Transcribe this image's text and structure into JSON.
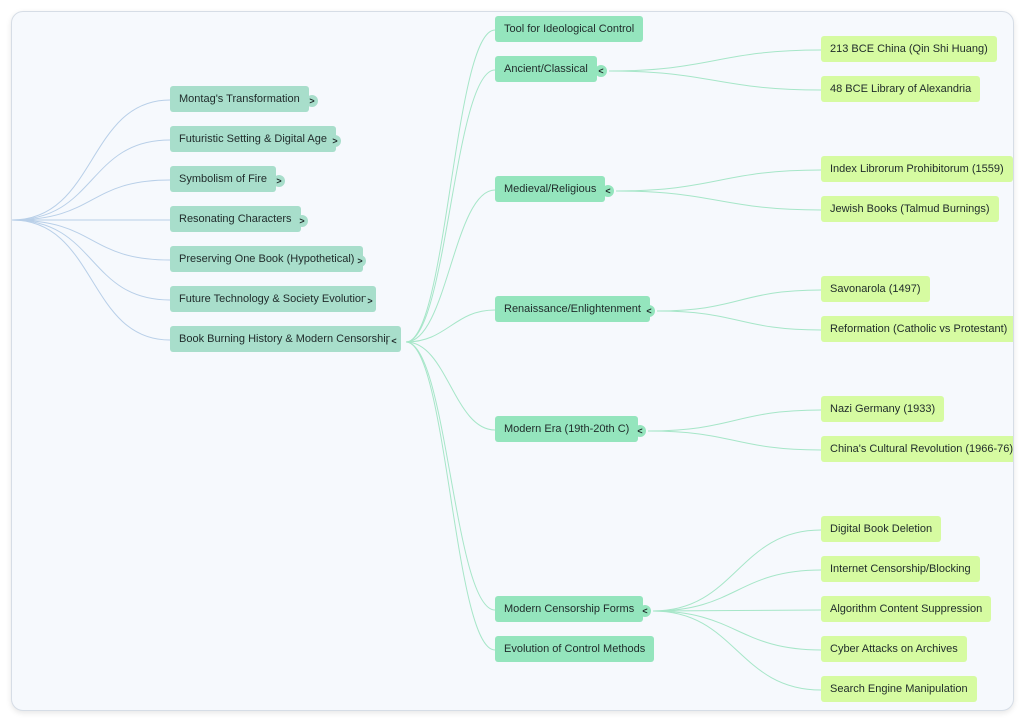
{
  "mindmap": {
    "colors": {
      "canvas_bg": "#f6f9fd",
      "level1_node": "#a8decb",
      "level2_node": "#94e5bd",
      "level3_node": "#d6fba1",
      "root_edges": "#b8cfe8",
      "branch_edges": "#a6e6c8"
    },
    "expand_icon": "chevron-right-icon",
    "collapse_icon": "chevron-left-icon",
    "level1": [
      {
        "label": "Montag's Transformation",
        "toggle": ">"
      },
      {
        "label": "Futuristic Setting & Digital Age",
        "toggle": ">"
      },
      {
        "label": "Symbolism of Fire",
        "toggle": ">"
      },
      {
        "label": "Resonating Characters",
        "toggle": ">"
      },
      {
        "label": "Preserving One Book (Hypothetical)",
        "toggle": ">"
      },
      {
        "label": "Future Technology & Society Evolution",
        "toggle": ">"
      },
      {
        "label": "Book Burning History & Modern Censorship",
        "toggle": "<"
      }
    ],
    "level2": [
      {
        "label": "Tool for Ideological Control",
        "toggle": ""
      },
      {
        "label": "Ancient/Classical",
        "toggle": "<"
      },
      {
        "label": "Medieval/Religious",
        "toggle": "<"
      },
      {
        "label": "Renaissance/Enlightenment",
        "toggle": "<"
      },
      {
        "label": "Modern Era (19th-20th C)",
        "toggle": "<"
      },
      {
        "label": "Modern Censorship Forms",
        "toggle": "<"
      },
      {
        "label": "Evolution of Control Methods",
        "toggle": ""
      }
    ],
    "level3": {
      "ancient": [
        "213 BCE China (Qin Shi Huang)",
        "48 BCE Library of Alexandria"
      ],
      "medieval": [
        "Index Librorum Prohibitorum (1559)",
        "Jewish Books (Talmud Burnings)"
      ],
      "renaissance": [
        "Savonarola (1497)",
        "Reformation (Catholic vs Protestant)"
      ],
      "modern_era": [
        "Nazi Germany (1933)",
        "China's Cultural Revolution (1966-76)"
      ],
      "modern_forms": [
        "Digital Book Deletion",
        "Internet Censorship/Blocking",
        "Algorithm Content Suppression",
        "Cyber Attacks on Archives",
        "Search Engine Manipulation"
      ]
    }
  }
}
